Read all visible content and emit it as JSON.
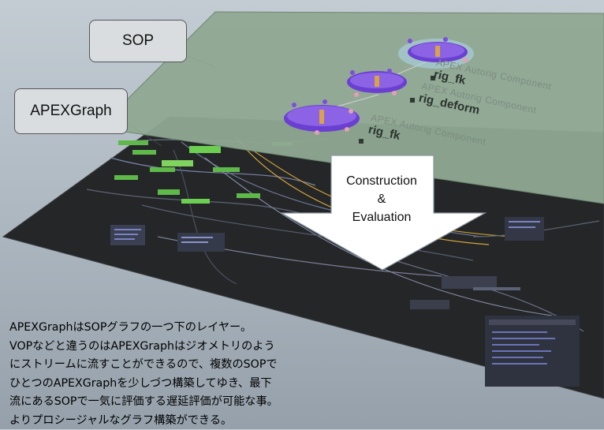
{
  "callouts": {
    "sop": "SOP",
    "apexgraph": "APEXGraph"
  },
  "arrow": {
    "line1": "Construction",
    "line2": "&",
    "line3": "Evaluation"
  },
  "components": [
    {
      "title": "APEX Autorig Component",
      "name": "rig_fk"
    },
    {
      "title": "APEX Autorig Component",
      "name": "rig_deform"
    },
    {
      "title": "APEX Autorig Component",
      "name": "rig_fk"
    }
  ],
  "description": [
    "APEXGraphはSOPグラフの一つ下のレイヤー。",
    "VOPなどと違うのはAPEXGraphはジオメトリのよう",
    "にストリームに流すことができるので、複数のSOPで",
    "ひとつのAPEXGraphを少しづつ構築してゆき、最下",
    "流にあるSOPで一気に評価する遅延評価が可能な事。",
    "よりプロシージャルなグラフ構築ができる。"
  ],
  "colors": {
    "sop_plane": "#8fa892",
    "apex_plane": "#242628",
    "node_purple": "#6a3fd2",
    "node_green": "#5fb84a",
    "callout_bg": "#d9dde0"
  }
}
